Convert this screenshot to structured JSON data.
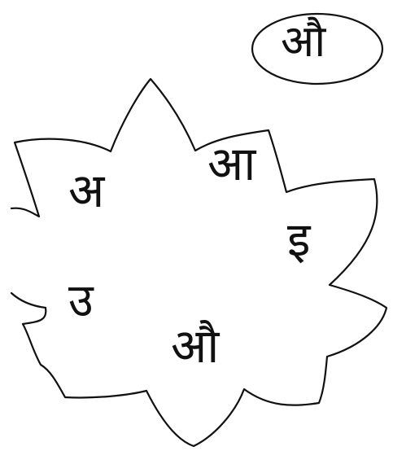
{
  "worksheet": {
    "target_letter": "औ",
    "petal_letters": {
      "top_left": "अ",
      "top_right": "आ",
      "right": "इ",
      "left": "उ",
      "bottom": "औ"
    }
  },
  "colors": {
    "ink": "#111111",
    "paper": "#ffffff"
  }
}
